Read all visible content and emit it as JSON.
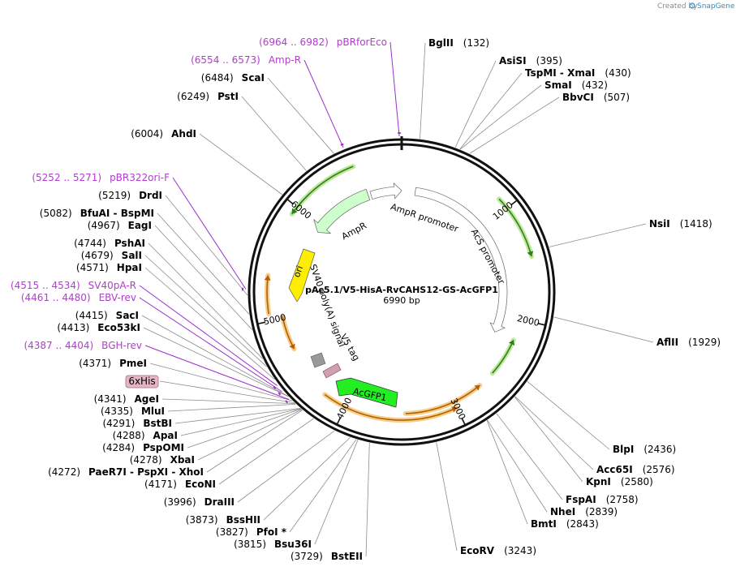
{
  "app": {
    "credit_prefix": "Created by",
    "credit_brand": "SnapGene"
  },
  "plasmid": {
    "name": "pAc5.1/V5-HisA-RvCAHS12-GS-AcGFP1",
    "size_label": "6990 bp",
    "total_bp": 6990
  },
  "ticks": [
    "1000",
    "2000",
    "3000",
    "4000",
    "5000",
    "6000"
  ],
  "features": [
    {
      "label": "AmpR promoter",
      "start": 6650,
      "end": 6990,
      "direction": "forward",
      "color": "#ffffff"
    },
    {
      "label": "AcS promoter",
      "start": 150,
      "end": 2200,
      "direction": "forward",
      "color": "#ffffff"
    },
    {
      "label": "AcGFP1",
      "start": 3200,
      "end": 3590,
      "direction": "reverse",
      "color": "#22ee22"
    },
    {
      "label": "V5 tag",
      "start": 3880,
      "end": 3920,
      "direction": "forward",
      "color": "#d0a0b0"
    },
    {
      "label": "SV40 poly(A) signal",
      "start": 4000,
      "end": 4130,
      "direction": "forward",
      "color": "#999999"
    },
    {
      "label": "ori",
      "start": 5170,
      "end": 5760,
      "direction": "reverse",
      "color": "#ffee00"
    },
    {
      "label": "AmpR",
      "start": 5930,
      "end": 6620,
      "direction": "reverse",
      "color": "#ccffcc"
    }
  ],
  "orfs": [
    {
      "start": 900,
      "end": 1450,
      "direction": "forward"
    },
    {
      "start": 2200,
      "end": 2560,
      "direction": "reverse"
    },
    {
      "start": 2720,
      "end": 3460,
      "direction": "reverse"
    },
    {
      "start": 3000,
      "end": 4210,
      "direction": "reverse"
    },
    {
      "start": 4700,
      "end": 5020,
      "direction": "reverse"
    },
    {
      "start": 5060,
      "end": 5380,
      "direction": "forward"
    },
    {
      "start": 5930,
      "end": 6580,
      "direction": "reverse"
    }
  ],
  "sites": [
    {
      "name": "BglII",
      "pos": "(132)",
      "bp": 132,
      "kind": "enzyme"
    },
    {
      "name": "AsiSI",
      "pos": "(395)",
      "bp": 395,
      "kind": "enzyme"
    },
    {
      "name": "TspMI - XmaI",
      "pos": "(430)",
      "bp": 430,
      "kind": "enzyme"
    },
    {
      "name": "SmaI",
      "pos": "(432)",
      "bp": 432,
      "kind": "enzyme"
    },
    {
      "name": "BbvCI",
      "pos": "(507)",
      "bp": 507,
      "kind": "enzyme"
    },
    {
      "name": "NsiI",
      "pos": "(1418)",
      "bp": 1418,
      "kind": "enzyme"
    },
    {
      "name": "AflII",
      "pos": "(1929)",
      "bp": 1929,
      "kind": "enzyme"
    },
    {
      "name": "BlpI",
      "pos": "(2436)",
      "bp": 2436,
      "kind": "enzyme"
    },
    {
      "name": "Acc65I",
      "pos": "(2576)",
      "bp": 2576,
      "kind": "enzyme"
    },
    {
      "name": "KpnI",
      "pos": "(2580)",
      "bp": 2580,
      "kind": "enzyme"
    },
    {
      "name": "FspAI",
      "pos": "(2758)",
      "bp": 2758,
      "kind": "enzyme"
    },
    {
      "name": "NheI",
      "pos": "(2839)",
      "bp": 2839,
      "kind": "enzyme"
    },
    {
      "name": "BmtI",
      "pos": "(2843)",
      "bp": 2843,
      "kind": "enzyme"
    },
    {
      "name": "EcoRV",
      "pos": "(3243)",
      "bp": 3243,
      "kind": "enzyme"
    },
    {
      "name": "BstEII",
      "pos": "(3729)",
      "bp": 3729,
      "kind": "enzyme"
    },
    {
      "name": "Bsu36I",
      "pos": "(3815)",
      "bp": 3815,
      "kind": "enzyme"
    },
    {
      "name": "PfoI *",
      "pos": "(3827)",
      "bp": 3827,
      "kind": "enzyme"
    },
    {
      "name": "BssHII",
      "pos": "(3873)",
      "bp": 3873,
      "kind": "enzyme"
    },
    {
      "name": "DraIII",
      "pos": "(3996)",
      "bp": 3996,
      "kind": "enzyme"
    },
    {
      "name": "EcoNI",
      "pos": "(4171)",
      "bp": 4171,
      "kind": "enzyme"
    },
    {
      "name": "PaeR7I - PspXI - XhoI",
      "pos": "(4272)",
      "bp": 4272,
      "kind": "enzyme"
    },
    {
      "name": "XbaI",
      "pos": "(4278)",
      "bp": 4278,
      "kind": "enzyme"
    },
    {
      "name": "PspOMI",
      "pos": "(4284)",
      "bp": 4284,
      "kind": "enzyme"
    },
    {
      "name": "ApaI",
      "pos": "(4288)",
      "bp": 4288,
      "kind": "enzyme"
    },
    {
      "name": "BstBI",
      "pos": "(4291)",
      "bp": 4291,
      "kind": "enzyme"
    },
    {
      "name": "MluI",
      "pos": "(4335)",
      "bp": 4335,
      "kind": "enzyme"
    },
    {
      "name": "AgeI",
      "pos": "(4341)",
      "bp": 4341,
      "kind": "enzyme"
    },
    {
      "name": "6xHis",
      "pos": "",
      "bp": 4350,
      "kind": "tag"
    },
    {
      "name": "PmeI",
      "pos": "(4371)",
      "bp": 4371,
      "kind": "enzyme"
    },
    {
      "name": "BGH-rev",
      "pos": "(4387 .. 4404)",
      "bp": 4395,
      "kind": "primer"
    },
    {
      "name": "Eco53kI",
      "pos": "(4413)",
      "bp": 4413,
      "kind": "enzyme"
    },
    {
      "name": "SacI",
      "pos": "(4415)",
      "bp": 4415,
      "kind": "enzyme"
    },
    {
      "name": "EBV-rev",
      "pos": "(4461 .. 4480)",
      "bp": 4470,
      "kind": "primer"
    },
    {
      "name": "SV40pA-R",
      "pos": "(4515 .. 4534)",
      "bp": 4525,
      "kind": "primer"
    },
    {
      "name": "HpaI",
      "pos": "(4571)",
      "bp": 4571,
      "kind": "enzyme"
    },
    {
      "name": "SalI",
      "pos": "(4679)",
      "bp": 4679,
      "kind": "enzyme"
    },
    {
      "name": "PshAI",
      "pos": "(4744)",
      "bp": 4744,
      "kind": "enzyme"
    },
    {
      "name": "EagI",
      "pos": "(4967)",
      "bp": 4967,
      "kind": "enzyme"
    },
    {
      "name": "BfuAI - BspMI",
      "pos": "(5082)",
      "bp": 5082,
      "kind": "enzyme"
    },
    {
      "name": "DrdI",
      "pos": "(5219)",
      "bp": 5219,
      "kind": "enzyme"
    },
    {
      "name": "pBR322ori-F",
      "pos": "(5252 .. 5271)",
      "bp": 5262,
      "kind": "primer"
    },
    {
      "name": "AhdI",
      "pos": "(6004)",
      "bp": 6004,
      "kind": "enzyme"
    },
    {
      "name": "PstI",
      "pos": "(6249)",
      "bp": 6249,
      "kind": "enzyme"
    },
    {
      "name": "ScaI",
      "pos": "(6484)",
      "bp": 6484,
      "kind": "enzyme"
    },
    {
      "name": "Amp-R",
      "pos": "(6554 .. 6573)",
      "bp": 6563,
      "kind": "primer"
    },
    {
      "name": "pBRforEco",
      "pos": "(6964 .. 6982)",
      "bp": 6973,
      "kind": "primer"
    }
  ]
}
